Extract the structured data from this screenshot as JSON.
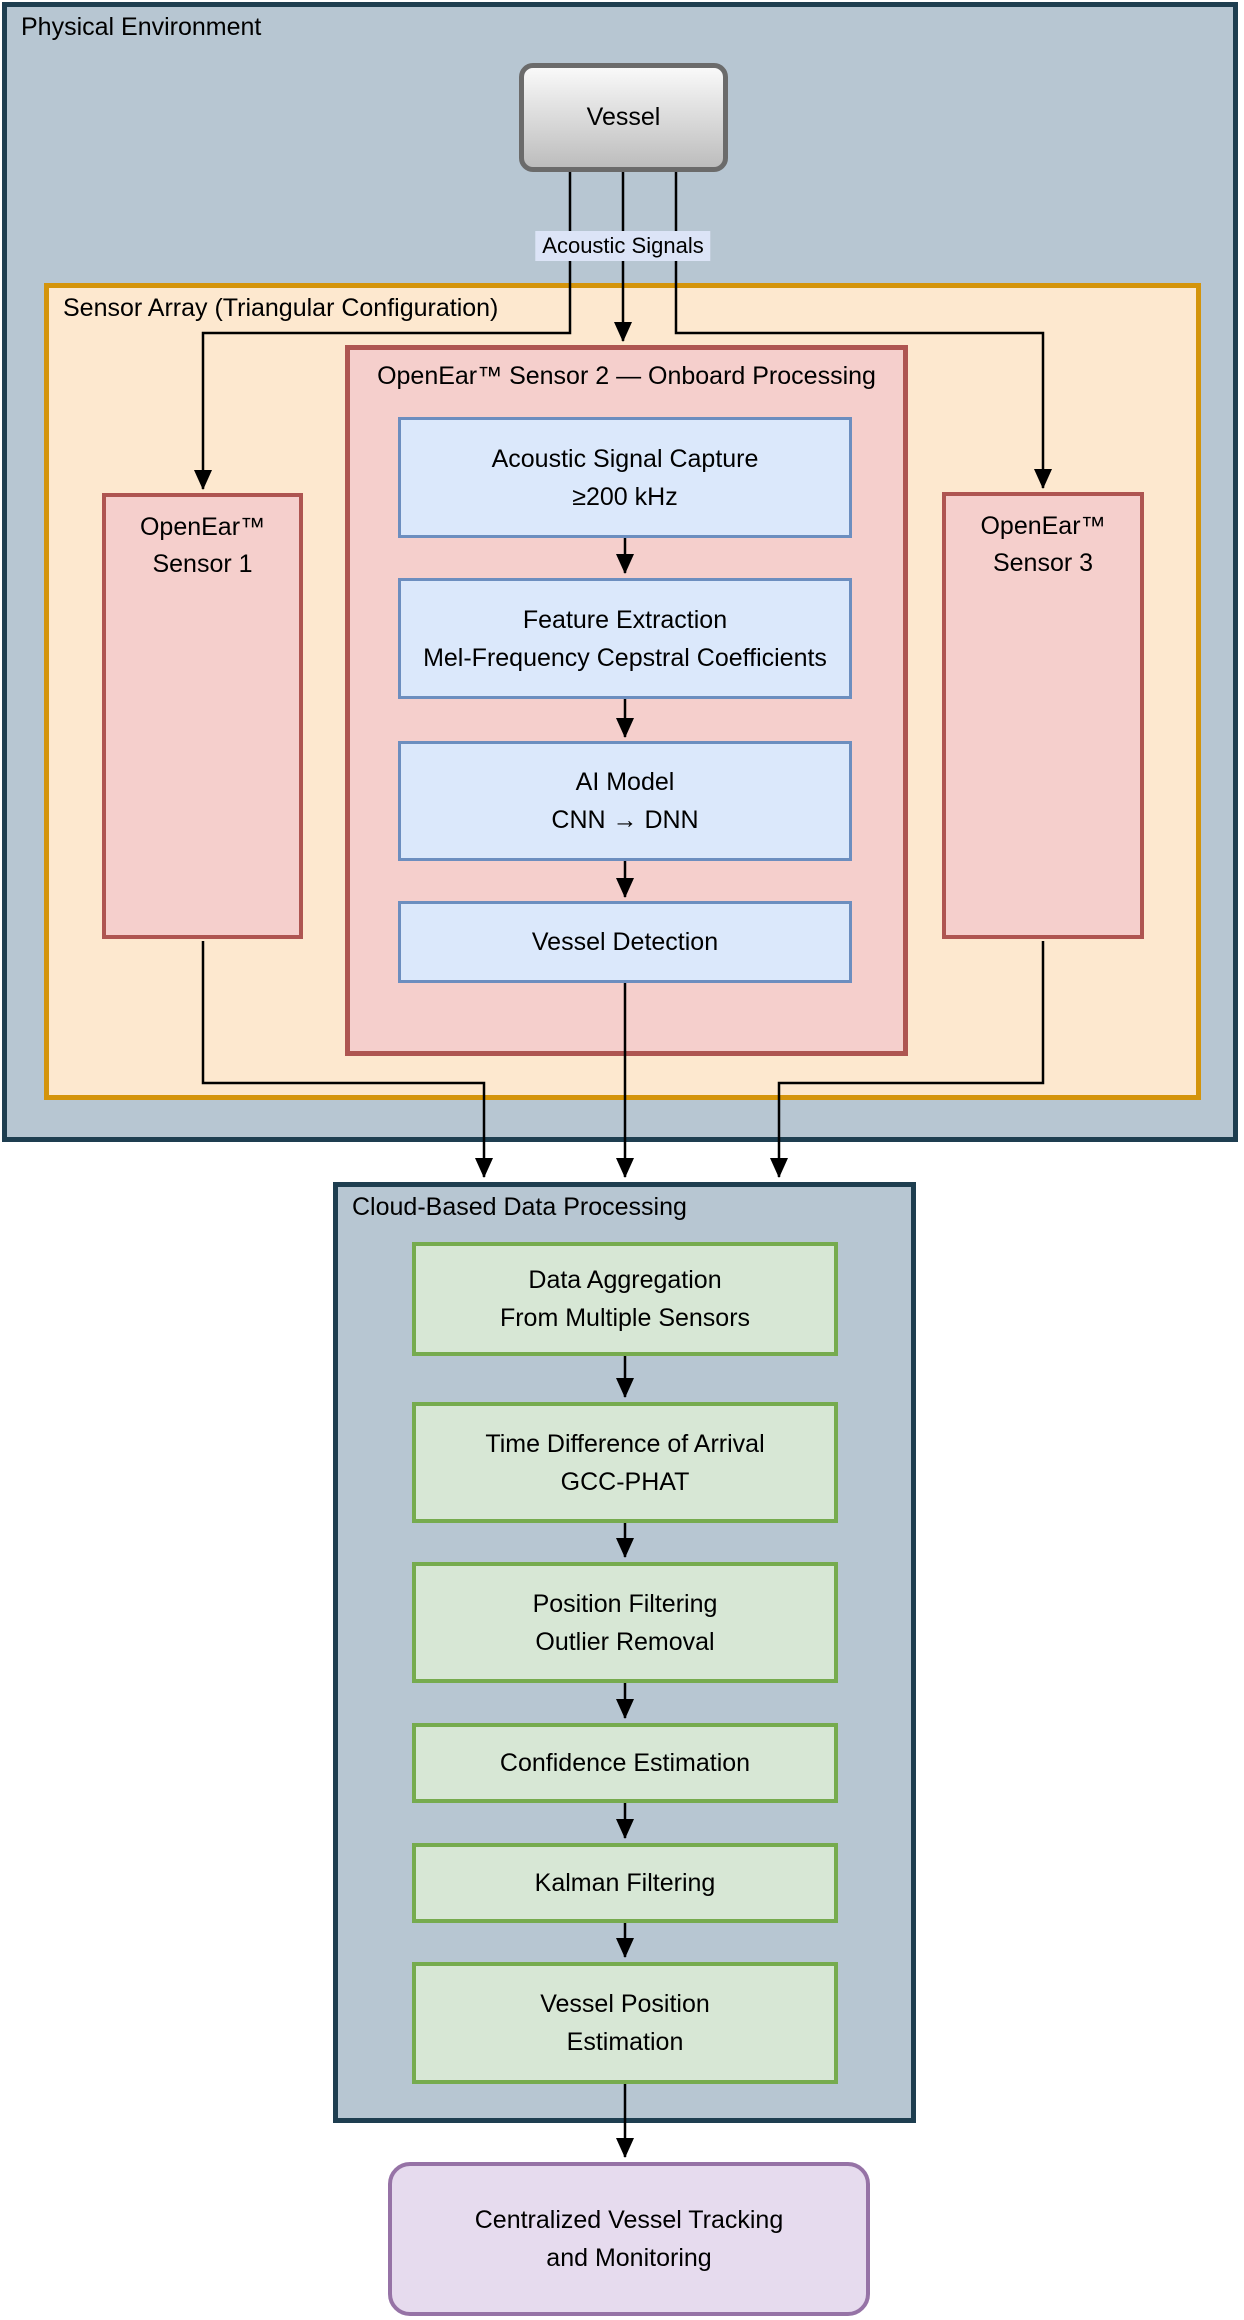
{
  "colors": {
    "canvas_bg": "#ffffff",
    "env_fill": "#b7c6d2",
    "env_border": "#1e3e50",
    "array_fill": "#fde8cf",
    "array_border": "#d4940b",
    "sensor_fill": "#f5cfcc",
    "sensor_border": "#ae5551",
    "onboard_fill": "#dbe8fb",
    "onboard_border": "#6c8ebf",
    "cloud_fill": "#b7c6d2",
    "cloud_border": "#1e3e50",
    "cloud_step_fill": "#d7e7d5",
    "cloud_step_border": "#76ab4e",
    "output_fill": "#e6dbee",
    "output_border": "#9673a6",
    "vessel_border": "#6b6b6b",
    "label_bg": "#dce4f7",
    "connector": "#000000"
  },
  "diagram": {
    "physical_environment": {
      "label": "Physical Environment"
    },
    "vessel": {
      "label": "Vessel"
    },
    "acoustic_signals_label": "Acoustic Signals",
    "sensor_array": {
      "label": "Sensor Array (Triangular Configuration)"
    },
    "sensor_1": {
      "line1": "OpenEar™",
      "line2": "Sensor 1"
    },
    "sensor_2": {
      "title": "OpenEar™ Sensor 2 — Onboard Processing"
    },
    "sensor_3": {
      "line1": "OpenEar™",
      "line2": "Sensor 3"
    },
    "onboard_steps": [
      {
        "line1": "Acoustic Signal Capture",
        "line2": "≥200 kHz"
      },
      {
        "line1": "Feature Extraction",
        "line2": "Mel-Frequency Cepstral Coefficients"
      },
      {
        "line1": "AI Model",
        "line2": "CNN → DNN"
      },
      {
        "line1": "Vessel Detection",
        "line2": ""
      }
    ],
    "cloud": {
      "label": "Cloud-Based Data Processing"
    },
    "cloud_steps": [
      {
        "line1": "Data Aggregation",
        "line2": "From Multiple Sensors"
      },
      {
        "line1": "Time Difference of Arrival",
        "line2": "GCC-PHAT"
      },
      {
        "line1": "Position Filtering",
        "line2": "Outlier Removal"
      },
      {
        "line1": "Confidence Estimation",
        "line2": ""
      },
      {
        "line1": "Kalman Filtering",
        "line2": ""
      },
      {
        "line1": "Vessel Position",
        "line2": "Estimation"
      }
    ],
    "output": {
      "line1": "Centralized Vessel Tracking",
      "line2": "and Monitoring"
    }
  }
}
